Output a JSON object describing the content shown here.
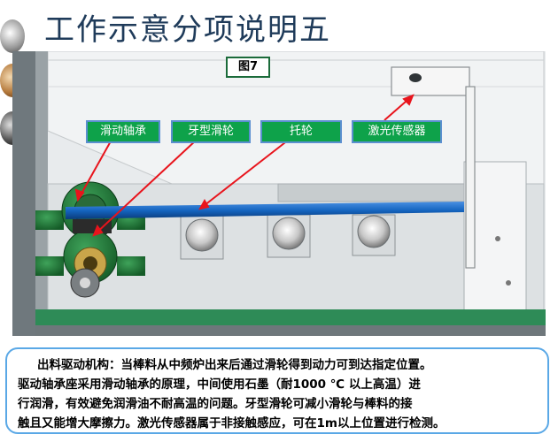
{
  "title": "工作示意分项说明五",
  "figure_label": "图7",
  "labels": {
    "sliding_bearing": "滑动轴承",
    "tooth_pulley": "牙型滑轮",
    "idler": "托轮",
    "laser_sensor": "激光传感器"
  },
  "description": {
    "line1": "出料驱动机构：当棒料从中频炉出来后通过滑轮得到动力可到达指定位置。",
    "line2": "驱动轴承座采用滑动轴承的原理，中间使用石墨（耐1000 ℃ 以上高温）进",
    "line3": "行润滑，有效避免润滑油不耐高温的问题。牙型滑轮可减小滑轮与棒料的接",
    "line4": "触且又能增大摩擦力。激光传感器属于非接触感应，可在1m以上位置进行检测。"
  },
  "colors": {
    "label_bg": "#0ea24a",
    "label_border": "#5b8fd0",
    "arrow": "#e8141c",
    "bar": "#1565c0",
    "title": "#1f3b5a",
    "desc_border": "#5aa8e6"
  }
}
